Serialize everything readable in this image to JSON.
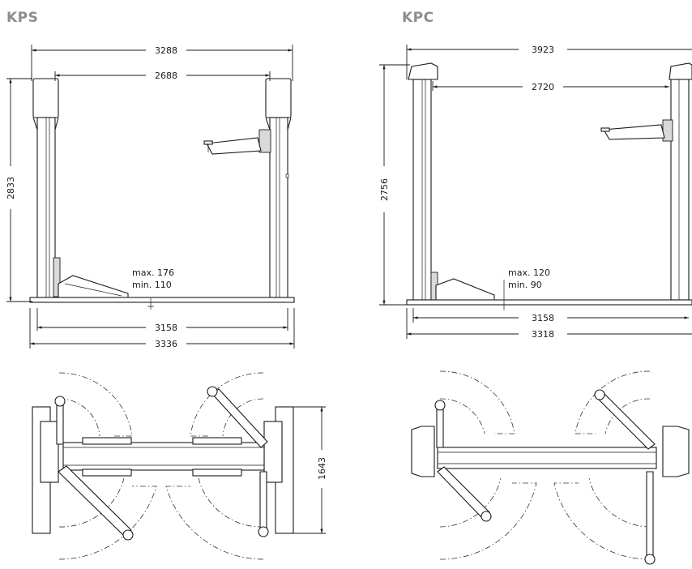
{
  "kps": {
    "title": "KPS",
    "dims": {
      "overall_width_top": "3288",
      "inner_width": "2688",
      "height": "2833",
      "pad_max": "max. 176",
      "pad_min": "min. 110",
      "base_width": "3158",
      "overall_width_bottom": "3336",
      "plan_depth": "1643"
    }
  },
  "kpc": {
    "title": "KPC",
    "dims": {
      "overall_width_top": "3923",
      "inner_width": "2720",
      "height": "2756",
      "pad_max": "max. 120",
      "pad_min": "min. 90",
      "base_width": "3158",
      "overall_width_bottom": "3318"
    }
  }
}
